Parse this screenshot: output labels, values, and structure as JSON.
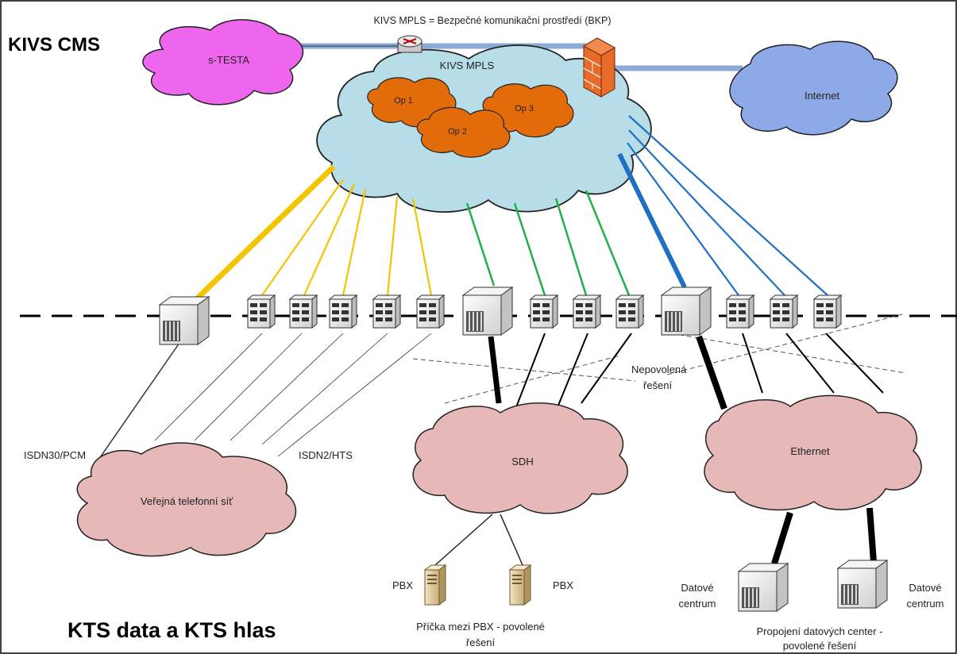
{
  "title_top": "KIVS CMS",
  "title_bottom": "KTS data a KTS hlas",
  "top_label": "KIVS MPLS = Bezpečné komunikační prostředí (BKP)",
  "clouds": {
    "testa": "s-TESTA",
    "mpls": "KIVS MPLS",
    "internet": "Internet",
    "op1": "Op 1",
    "op2": "Op 2",
    "op3": "Op 3",
    "sdh": "SDH",
    "ethernet": "Ethernet",
    "phone": "Veřejná telefonní síť"
  },
  "labels": {
    "isdn30": "ISDN30/PCM",
    "isdn2": "ISDN2/HTS",
    "nepovolena_1": "Nepovolená",
    "nepovolena_2": "řešení",
    "pbx_left": "PBX",
    "pbx_right": "PBX",
    "pricka_1": "Příčka mezi PBX - povolené",
    "pricka_2": "řešení",
    "dc_left_1": "Datové",
    "dc_left_2": "centrum",
    "dc_right_1": "Datové",
    "dc_right_2": "centrum",
    "propojeni_1": "Propojení datových center -",
    "propojeni_2": "povolené řešení"
  },
  "colors": {
    "testa": "#ee66ee",
    "mpls": "#b7dde8",
    "internet": "#8ea9e8",
    "operator": "#e36c0a",
    "access": "#e6b8b7",
    "voice_links": "#f5c400",
    "sdh_links": "#20b04b",
    "ethernet_links": "#1f6fc4"
  }
}
